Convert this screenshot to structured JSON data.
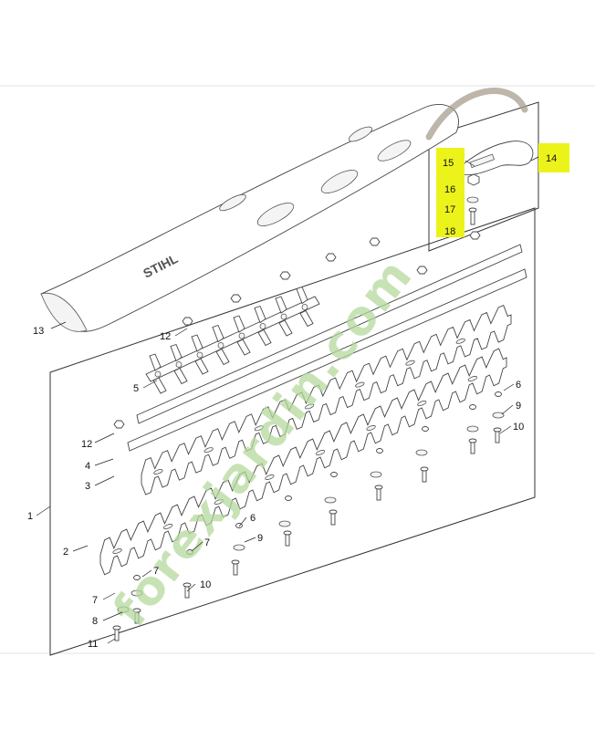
{
  "brand_label": "STIHL",
  "watermark": {
    "text": "forexjardin.com",
    "color_green": "#b5d99c",
    "color_orange": "#f5a623",
    "color_grey": "#a89e8e"
  },
  "highlight_color": "#ecf31a",
  "callouts": [
    {
      "id": "c1",
      "label": "1"
    },
    {
      "id": "c2",
      "label": "2"
    },
    {
      "id": "c3",
      "label": "3"
    },
    {
      "id": "c4",
      "label": "4"
    },
    {
      "id": "c5",
      "label": "5"
    },
    {
      "id": "c6a",
      "label": "6"
    },
    {
      "id": "c6b",
      "label": "6"
    },
    {
      "id": "c7a",
      "label": "7"
    },
    {
      "id": "c7b",
      "label": "7"
    },
    {
      "id": "c7c",
      "label": "7"
    },
    {
      "id": "c8",
      "label": "8"
    },
    {
      "id": "c9a",
      "label": "9"
    },
    {
      "id": "c9b",
      "label": "9"
    },
    {
      "id": "c10a",
      "label": "10"
    },
    {
      "id": "c10b",
      "label": "10"
    },
    {
      "id": "c11",
      "label": "11"
    },
    {
      "id": "c12a",
      "label": "12"
    },
    {
      "id": "c12b",
      "label": "12"
    },
    {
      "id": "c13",
      "label": "13"
    },
    {
      "id": "c14",
      "label": "14",
      "highlighted": true
    },
    {
      "id": "c15",
      "label": "15",
      "highlighted": true
    },
    {
      "id": "c16",
      "label": "16",
      "highlighted": true
    },
    {
      "id": "c17",
      "label": "17",
      "highlighted": true
    },
    {
      "id": "c18",
      "label": "18",
      "highlighted": true
    }
  ]
}
